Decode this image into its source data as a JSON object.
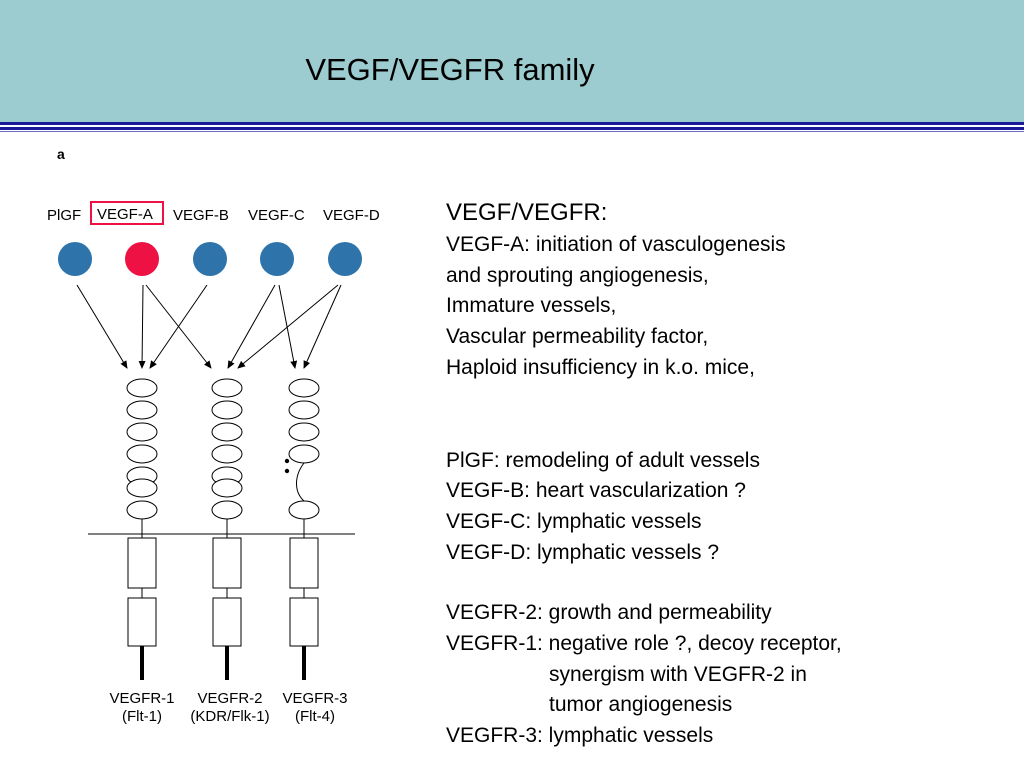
{
  "slide": {
    "title": "VEGF/VEGFR family"
  },
  "diagram": {
    "panel_label": "a",
    "ligands": [
      {
        "label": "PlGF",
        "color": "#2e74aa",
        "highlighted": false
      },
      {
        "label": "VEGF-A",
        "color": "#ee1144",
        "highlighted": true
      },
      {
        "label": "VEGF-B",
        "color": "#2e74aa",
        "highlighted": false
      },
      {
        "label": "VEGF-C",
        "color": "#2e74aa",
        "highlighted": false
      },
      {
        "label": "VEGF-D",
        "color": "#2e74aa",
        "highlighted": false
      }
    ],
    "receptors": [
      {
        "name": "VEGFR-1",
        "alias": "(Flt-1)"
      },
      {
        "name": "VEGFR-2",
        "alias": "(KDR/Flk-1)"
      },
      {
        "name": "VEGFR-3",
        "alias": "(Flt-4)"
      }
    ],
    "highlight_color": "#ee1144"
  },
  "notes": {
    "heading": "VEGF/VEGFR:",
    "vegfa_lines": [
      "VEGF-A: initiation of vasculogenesis",
      "and sprouting angiogenesis,",
      "Immature vessels,",
      "Vascular permeability factor,",
      "Haploid insufficiency in k.o. mice,"
    ],
    "ligand_lines": [
      "PlGF: remodeling of adult vessels",
      "VEGF-B: heart vascularization ?",
      "VEGF-C: lymphatic vessels",
      "VEGF-D: lymphatic vessels ?"
    ],
    "receptor_lines": [
      "VEGFR-2: growth and permeability",
      "VEGFR-1: negative role ?, decoy receptor,"
    ],
    "receptor_indent_lines": [
      "synergism with VEGFR-2 in",
      "tumor angiogenesis"
    ],
    "last_line": "VEGFR-3: lymphatic vessels"
  }
}
